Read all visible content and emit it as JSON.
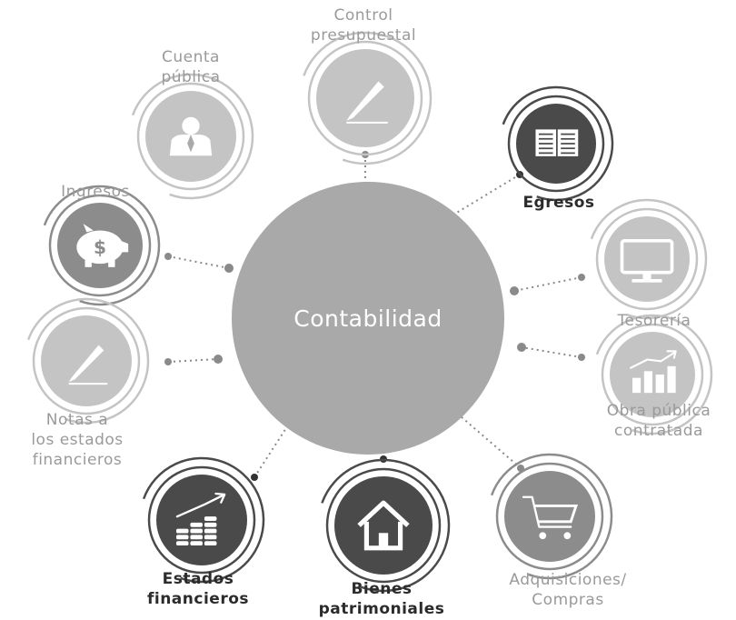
{
  "center": {
    "label": "Contabilidad"
  },
  "nodes": [
    {
      "id": "cuenta-publica",
      "label": "Cuenta\npública",
      "icon": "person-icon",
      "tone": "light"
    },
    {
      "id": "control-presupuestal",
      "label": "Control\npresupuestal",
      "icon": "pencil-icon",
      "tone": "light"
    },
    {
      "id": "egresos",
      "label": "Egresos",
      "icon": "documents-icon",
      "tone": "dark"
    },
    {
      "id": "ingresos",
      "label": "Ingresos",
      "icon": "piggy-bank-icon",
      "tone": "mid"
    },
    {
      "id": "tesoreria",
      "label": "Tesorería",
      "icon": "monitor-icon",
      "tone": "light"
    },
    {
      "id": "notas",
      "label": "Notas a\nlos estados\nfinancieros",
      "icon": "pencil-icon",
      "tone": "light"
    },
    {
      "id": "obra-publica",
      "label": "Obra pública\ncontratada",
      "icon": "bar-chart-icon",
      "tone": "light"
    },
    {
      "id": "estados-financieros",
      "label": "Estados\nfinancieros",
      "icon": "coins-growth-icon",
      "tone": "dark"
    },
    {
      "id": "bienes-patrimoniales",
      "label": "Bienes\npatrimoniales",
      "icon": "house-icon",
      "tone": "dark"
    },
    {
      "id": "adquisiciones",
      "label": "Adquisiciones/\nCompras",
      "icon": "shopping-cart-icon",
      "tone": "mid"
    }
  ],
  "colors": {
    "center": "#a9a9a9",
    "light": "#c4c4c4",
    "mid": "#8c8c8c",
    "dark": "#4a4a4a",
    "dots": "#8a8a8a"
  }
}
